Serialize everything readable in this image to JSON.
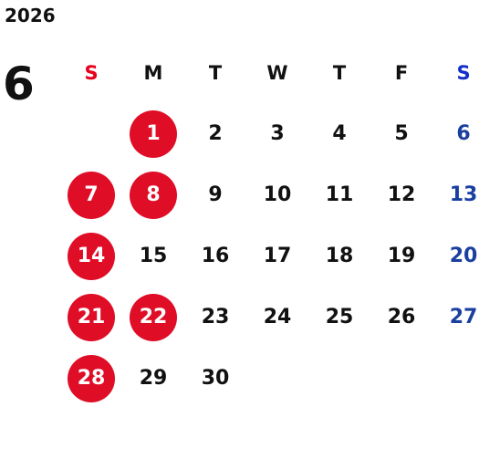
{
  "year": "2026",
  "month": "6",
  "weekdays": [
    "S",
    "M",
    "T",
    "W",
    "T",
    "F",
    "S"
  ],
  "weeks": [
    [
      "",
      "1",
      "2",
      "3",
      "4",
      "5",
      "6"
    ],
    [
      "7",
      "8",
      "9",
      "10",
      "11",
      "12",
      "13"
    ],
    [
      "14",
      "15",
      "16",
      "17",
      "18",
      "19",
      "20"
    ],
    [
      "21",
      "22",
      "23",
      "24",
      "25",
      "26",
      "27"
    ],
    [
      "28",
      "29",
      "30",
      "",
      "",
      "",
      ""
    ]
  ],
  "highlighted_days": [
    "1",
    "7",
    "8",
    "14",
    "21",
    "22",
    "28"
  ],
  "colors": {
    "highlight": "#e00d27",
    "sunday_header": "#e8001c",
    "saturday_header": "#1430c8",
    "saturday": "#1a3fa0",
    "text": "#111111"
  }
}
